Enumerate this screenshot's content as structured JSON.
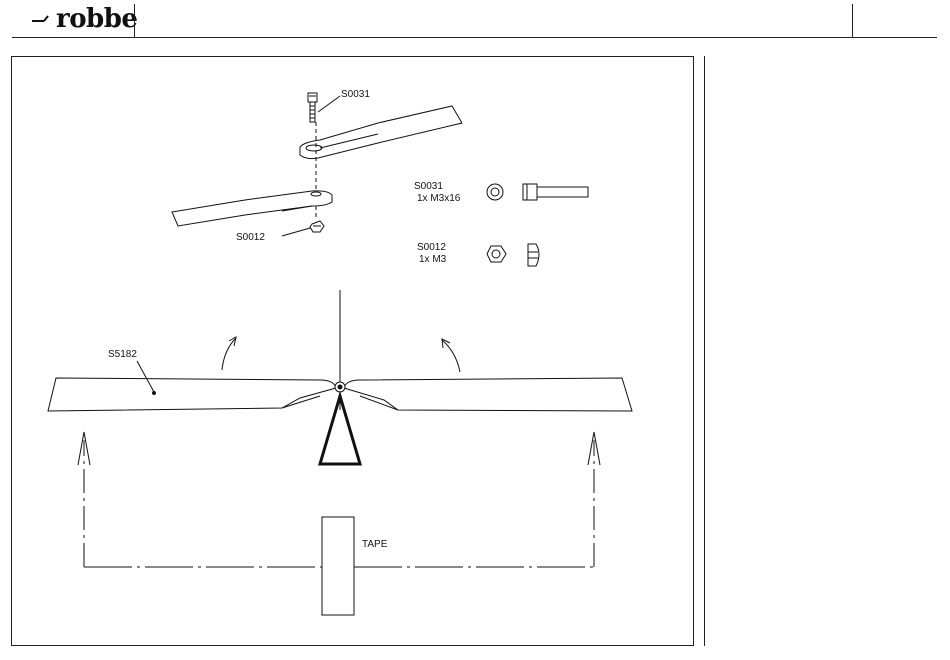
{
  "header": {
    "logo_text": "robbe"
  },
  "diagram": {
    "parts": [
      {
        "code": "S0031",
        "qty": "1x  M3x16"
      },
      {
        "code": "S0012",
        "qty": "1x  M3"
      }
    ],
    "callouts": {
      "top_screw": "S0031",
      "top_nut": "S0012",
      "main_blade": "S5182"
    },
    "tape_label": "TAPE"
  }
}
